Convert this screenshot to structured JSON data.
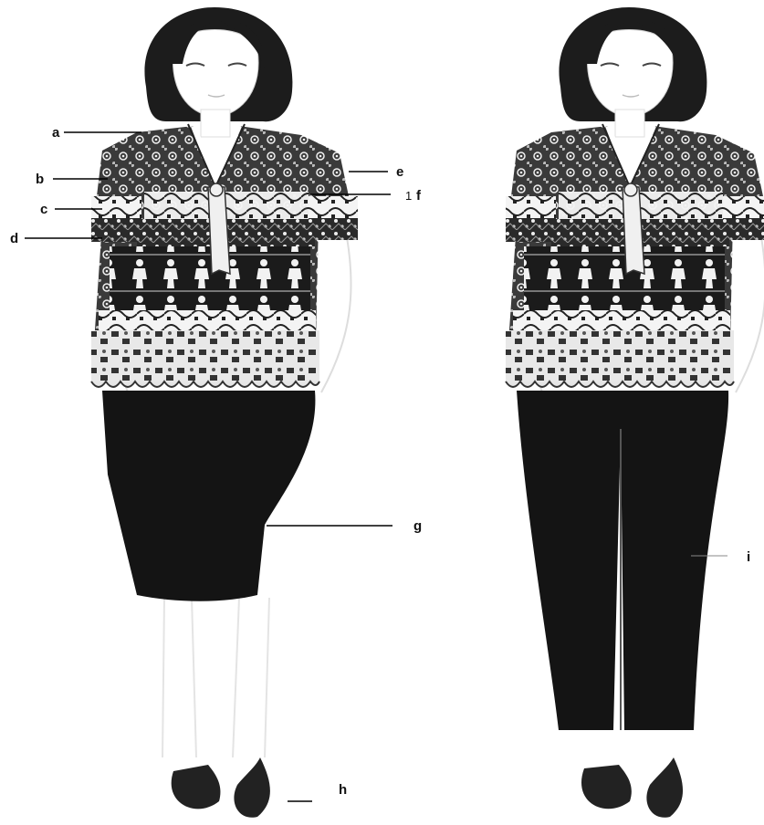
{
  "figures": [
    {
      "name": "figure-skirt-outfit",
      "bottom_type": "skirt"
    },
    {
      "name": "figure-trousers-outfit",
      "bottom_type": "trousers"
    }
  ],
  "labels": {
    "a": "a",
    "b": "b",
    "c": "c",
    "d": "d",
    "e": "e",
    "f": "f",
    "f_mark": "1",
    "g": "g",
    "h": "h",
    "i": "i"
  },
  "colors": {
    "hair": "#1c1c1c",
    "bottom": "#141414",
    "shoe": "#222222",
    "batik_dark": "#1e1e1e",
    "batik_light": "#f2f2f2",
    "skin": "#ffffff"
  }
}
